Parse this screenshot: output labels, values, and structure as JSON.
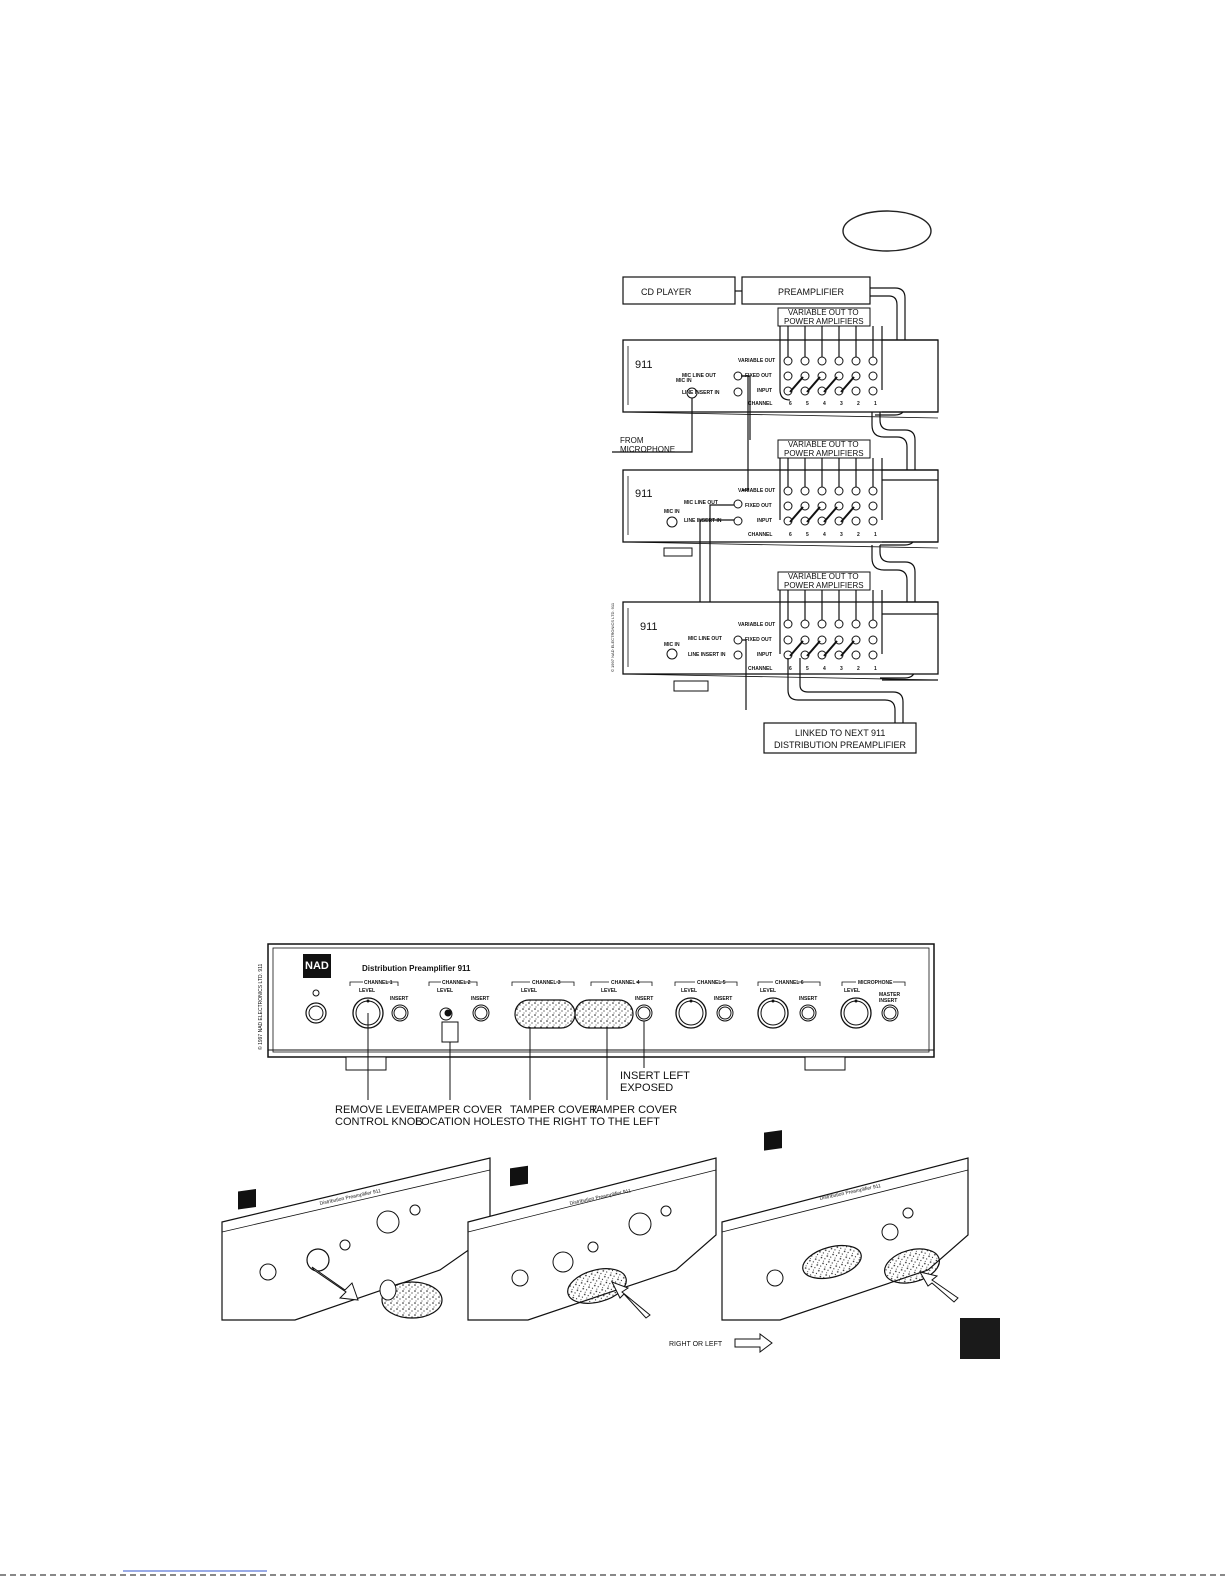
{
  "diagram": {
    "cd_player": "CD PLAYER",
    "preamplifier": "PREAMPLIFIER",
    "variable_out_1": "VARIABLE OUT TO",
    "variable_out_2": "POWER AMPLIFIERS",
    "model": "911",
    "mic_in": "MIC IN",
    "mic_line_out": "MIC LINE OUT",
    "line_insert_in": "LINE INSERT IN",
    "variable_out": "VARIABLE OUT",
    "fixed_out": "FIXED OUT",
    "input": "INPUT",
    "channel": "CHANNEL",
    "from_1": "FROM",
    "from_2": "MICROPHONE",
    "linked_1": "LINKED TO NEXT 911",
    "linked_2": "DISTRIBUTION PREAMPLIFIER",
    "copyright_vertical": "© 1997 NAD ELECTRONICS LTD. 911"
  },
  "panel": {
    "brand": "NAD",
    "title": "Distribution Preamplifier 911",
    "copyright_vertical": "© 1997 NAD ELECTRONICS LTD. 911",
    "channels": [
      "CHANNEL 1",
      "CHANNEL 2",
      "CHANNEL 3",
      "CHANNEL 4",
      "CHANNEL 5",
      "CHANNEL 6",
      "MICROPHONE"
    ],
    "level": "LEVEL",
    "insert": "INSERT",
    "master": "MASTER",
    "captions": [
      {
        "line1": "REMOVE LEVEL",
        "line2": "CONTROL KNOB"
      },
      {
        "line1": "TAMPER COVER",
        "line2": "LOCATION HOLES"
      },
      {
        "line1": "TAMPER COVER",
        "line2": "TO THE RIGHT"
      },
      {
        "line1": "TAMPER COVER",
        "line2": "TO THE LEFT"
      },
      {
        "line1": "INSERT LEFT",
        "line2": "EXPOSED"
      }
    ]
  },
  "steps": {
    "right_or_left": "RIGHT OR LEFT"
  }
}
